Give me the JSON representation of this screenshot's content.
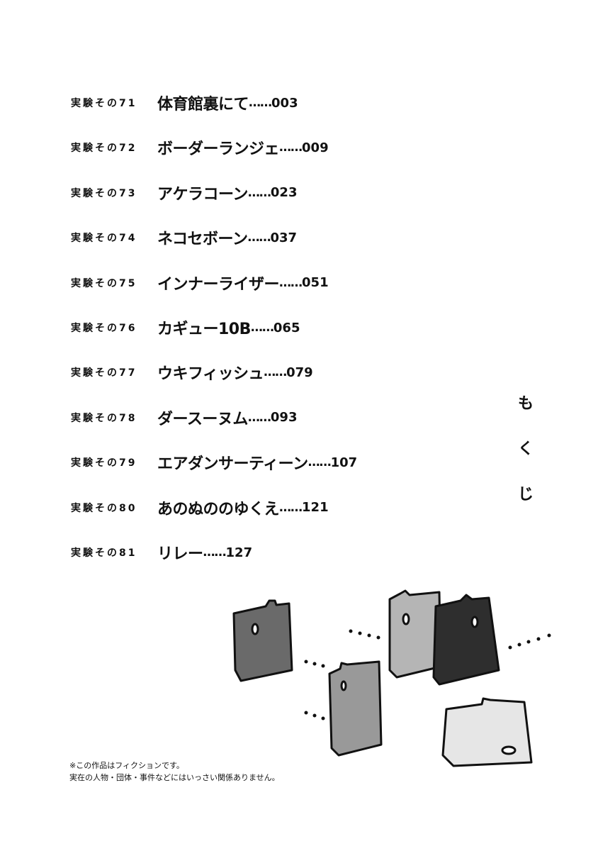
{
  "heading": [
    "も",
    "く",
    "じ"
  ],
  "toc": [
    {
      "label": "実験その71",
      "title": "体育館裏にて",
      "dots": "……",
      "page": "003"
    },
    {
      "label": "実験その72",
      "title": "ボーダーランジェ",
      "dots": "……",
      "page": "009"
    },
    {
      "label": "実験その73",
      "title": "アケラコーン",
      "dots": "……",
      "page": "023"
    },
    {
      "label": "実験その74",
      "title": "ネコセボーン",
      "dots": "……",
      "page": "037"
    },
    {
      "label": "実験その75",
      "title": "インナーライザー",
      "dots": "……",
      "page": "051"
    },
    {
      "label": "実験その76",
      "title": "カギュー10B",
      "dots": "……",
      "page": "065"
    },
    {
      "label": "実験その77",
      "title": "ウキフィッシュ",
      "dots": "……",
      "page": "079"
    },
    {
      "label": "実験その78",
      "title": "ダースーヌム",
      "dots": "……",
      "page": "093"
    },
    {
      "label": "実験その79",
      "title": "エアダンサーティーン",
      "dots": "……",
      "page": "107"
    },
    {
      "label": "実験その80",
      "title": "あのぬののゆくえ",
      "dots": "……",
      "page": "121"
    },
    {
      "label": "実験その81",
      "title": "リレー",
      "dots": "……",
      "page": "127"
    }
  ],
  "disclaimer": {
    "line1": "※この作品はフィクションです。",
    "line2": "実在の人物・団体・事件などにはいっさい関係ありません。"
  }
}
